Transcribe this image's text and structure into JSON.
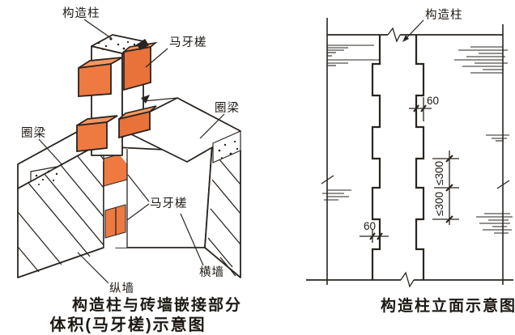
{
  "left_diagram": {
    "labels": {
      "column": "构造柱",
      "toothed_joint_upper": "马牙槎",
      "ring_beam_left": "圈梁",
      "ring_beam_right": "圈梁",
      "toothed_joint_lower": "马牙槎",
      "longitudinal_wall": "纵墙",
      "transverse_wall": "横墙"
    },
    "caption_line1": "构造柱与砖墙嵌接部分",
    "caption_line2": "体积(马牙槎)示意图"
  },
  "right_diagram": {
    "labels": {
      "column": "构造柱"
    },
    "dimensions": {
      "tooth_depth_upper": "60",
      "tooth_depth_lower": "60",
      "tooth_height_upper": "≤300",
      "tooth_height_lower": "≤300"
    },
    "caption": "构造柱立面示意图"
  },
  "colors": {
    "tooth_front": "#ee7a42",
    "tooth_top": "#f5975f",
    "tooth_side": "#e9713a",
    "line": "#2a241f",
    "background": "#ffffff"
  }
}
